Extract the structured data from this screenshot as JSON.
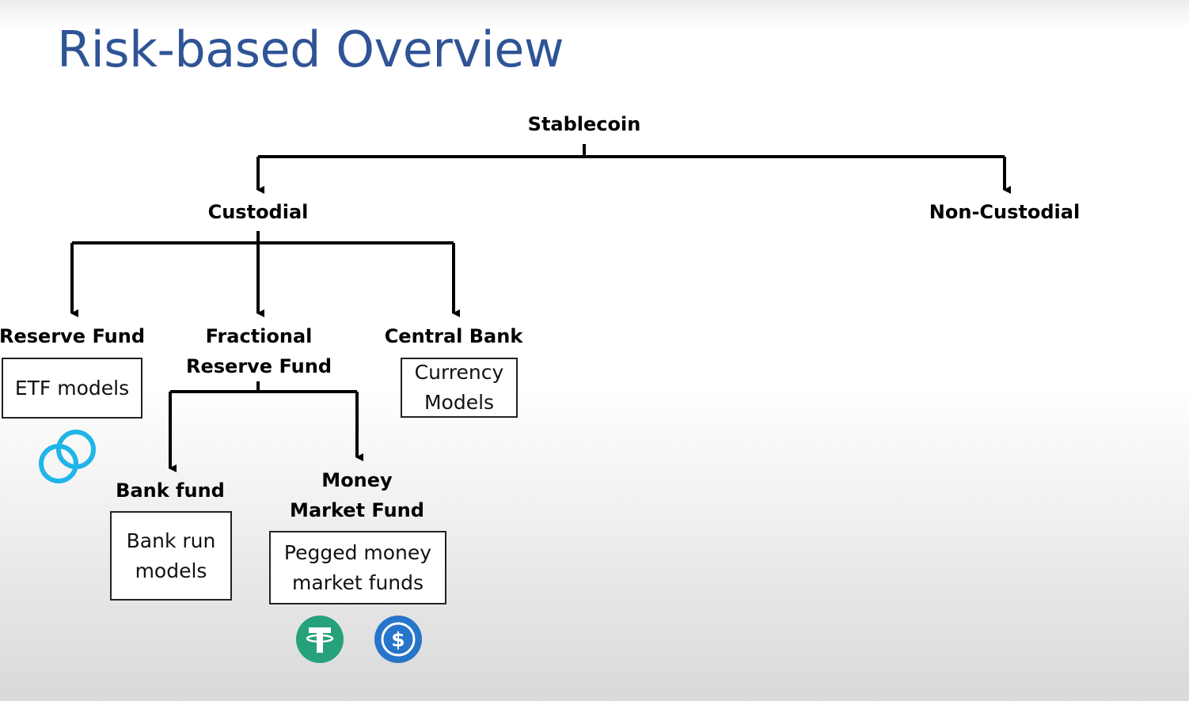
{
  "title": "Risk-based Overview",
  "nodes": {
    "stablecoin": "Stablecoin",
    "custodial": "Custodial",
    "non_custodial": "Non-Custodial",
    "reserve_fund": "Reserve Fund",
    "fractional_reserve_fund": [
      "Fractional",
      "Reserve Fund"
    ],
    "central_bank": "Central Bank",
    "bank_fund": "Bank fund",
    "money_market_fund": [
      "Money",
      "Market Fund"
    ]
  },
  "boxes": {
    "etf_models": [
      "ETF models"
    ],
    "currency_models": [
      "Currency",
      "Models"
    ],
    "bank_run_models": [
      "Bank run",
      "models"
    ],
    "pegged_money_market_funds": [
      "Pegged money",
      "market funds"
    ]
  },
  "logos": [
    {
      "name": "gemini-dollar-logo",
      "color": "#1fb5e8"
    },
    {
      "name": "tether-logo",
      "color": "#26a17b"
    },
    {
      "name": "usd-coin-logo",
      "color": "#2775ca"
    }
  ],
  "colors": {
    "title": "#2f5496",
    "connector": "#000000"
  }
}
